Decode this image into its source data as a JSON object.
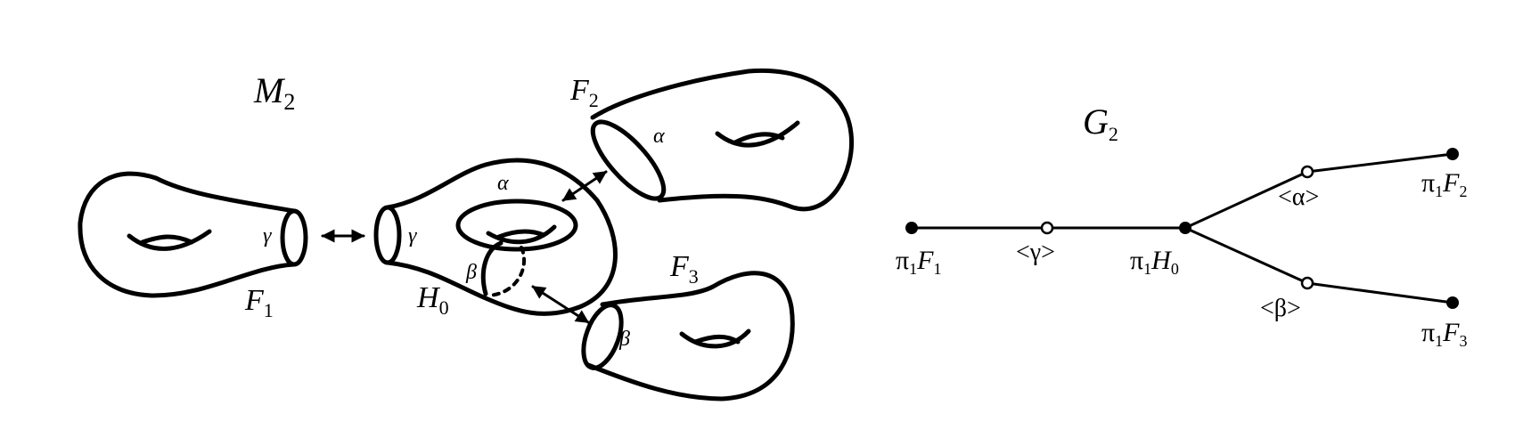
{
  "left_figure": {
    "title": "M",
    "title_sub": "2",
    "pieces": {
      "F1": {
        "name": "F",
        "sub": "1",
        "boundary": "γ"
      },
      "H0": {
        "name": "H",
        "sub": "0",
        "boundary_left": "γ",
        "inner": "α",
        "side": "β"
      },
      "F2": {
        "name": "F",
        "sub": "2",
        "boundary": "α"
      },
      "F3": {
        "name": "F",
        "sub": "3",
        "boundary": "β"
      }
    }
  },
  "right_figure": {
    "title": "G",
    "title_sub": "2",
    "nodes": {
      "piF1": {
        "pi": "π",
        "pi_sub": "1",
        "name": "F",
        "sub": "1"
      },
      "gamma": {
        "text": "<γ>"
      },
      "piH0": {
        "pi": "π",
        "pi_sub": "1",
        "name": "H",
        "sub": "0"
      },
      "alpha": {
        "text": "<α>"
      },
      "beta": {
        "text": "<β>"
      },
      "piF2": {
        "pi": "π",
        "pi_sub": "1",
        "name": "F",
        "sub": "2"
      },
      "piF3": {
        "pi": "π",
        "pi_sub": "1",
        "name": "F",
        "sub": "3"
      }
    }
  }
}
